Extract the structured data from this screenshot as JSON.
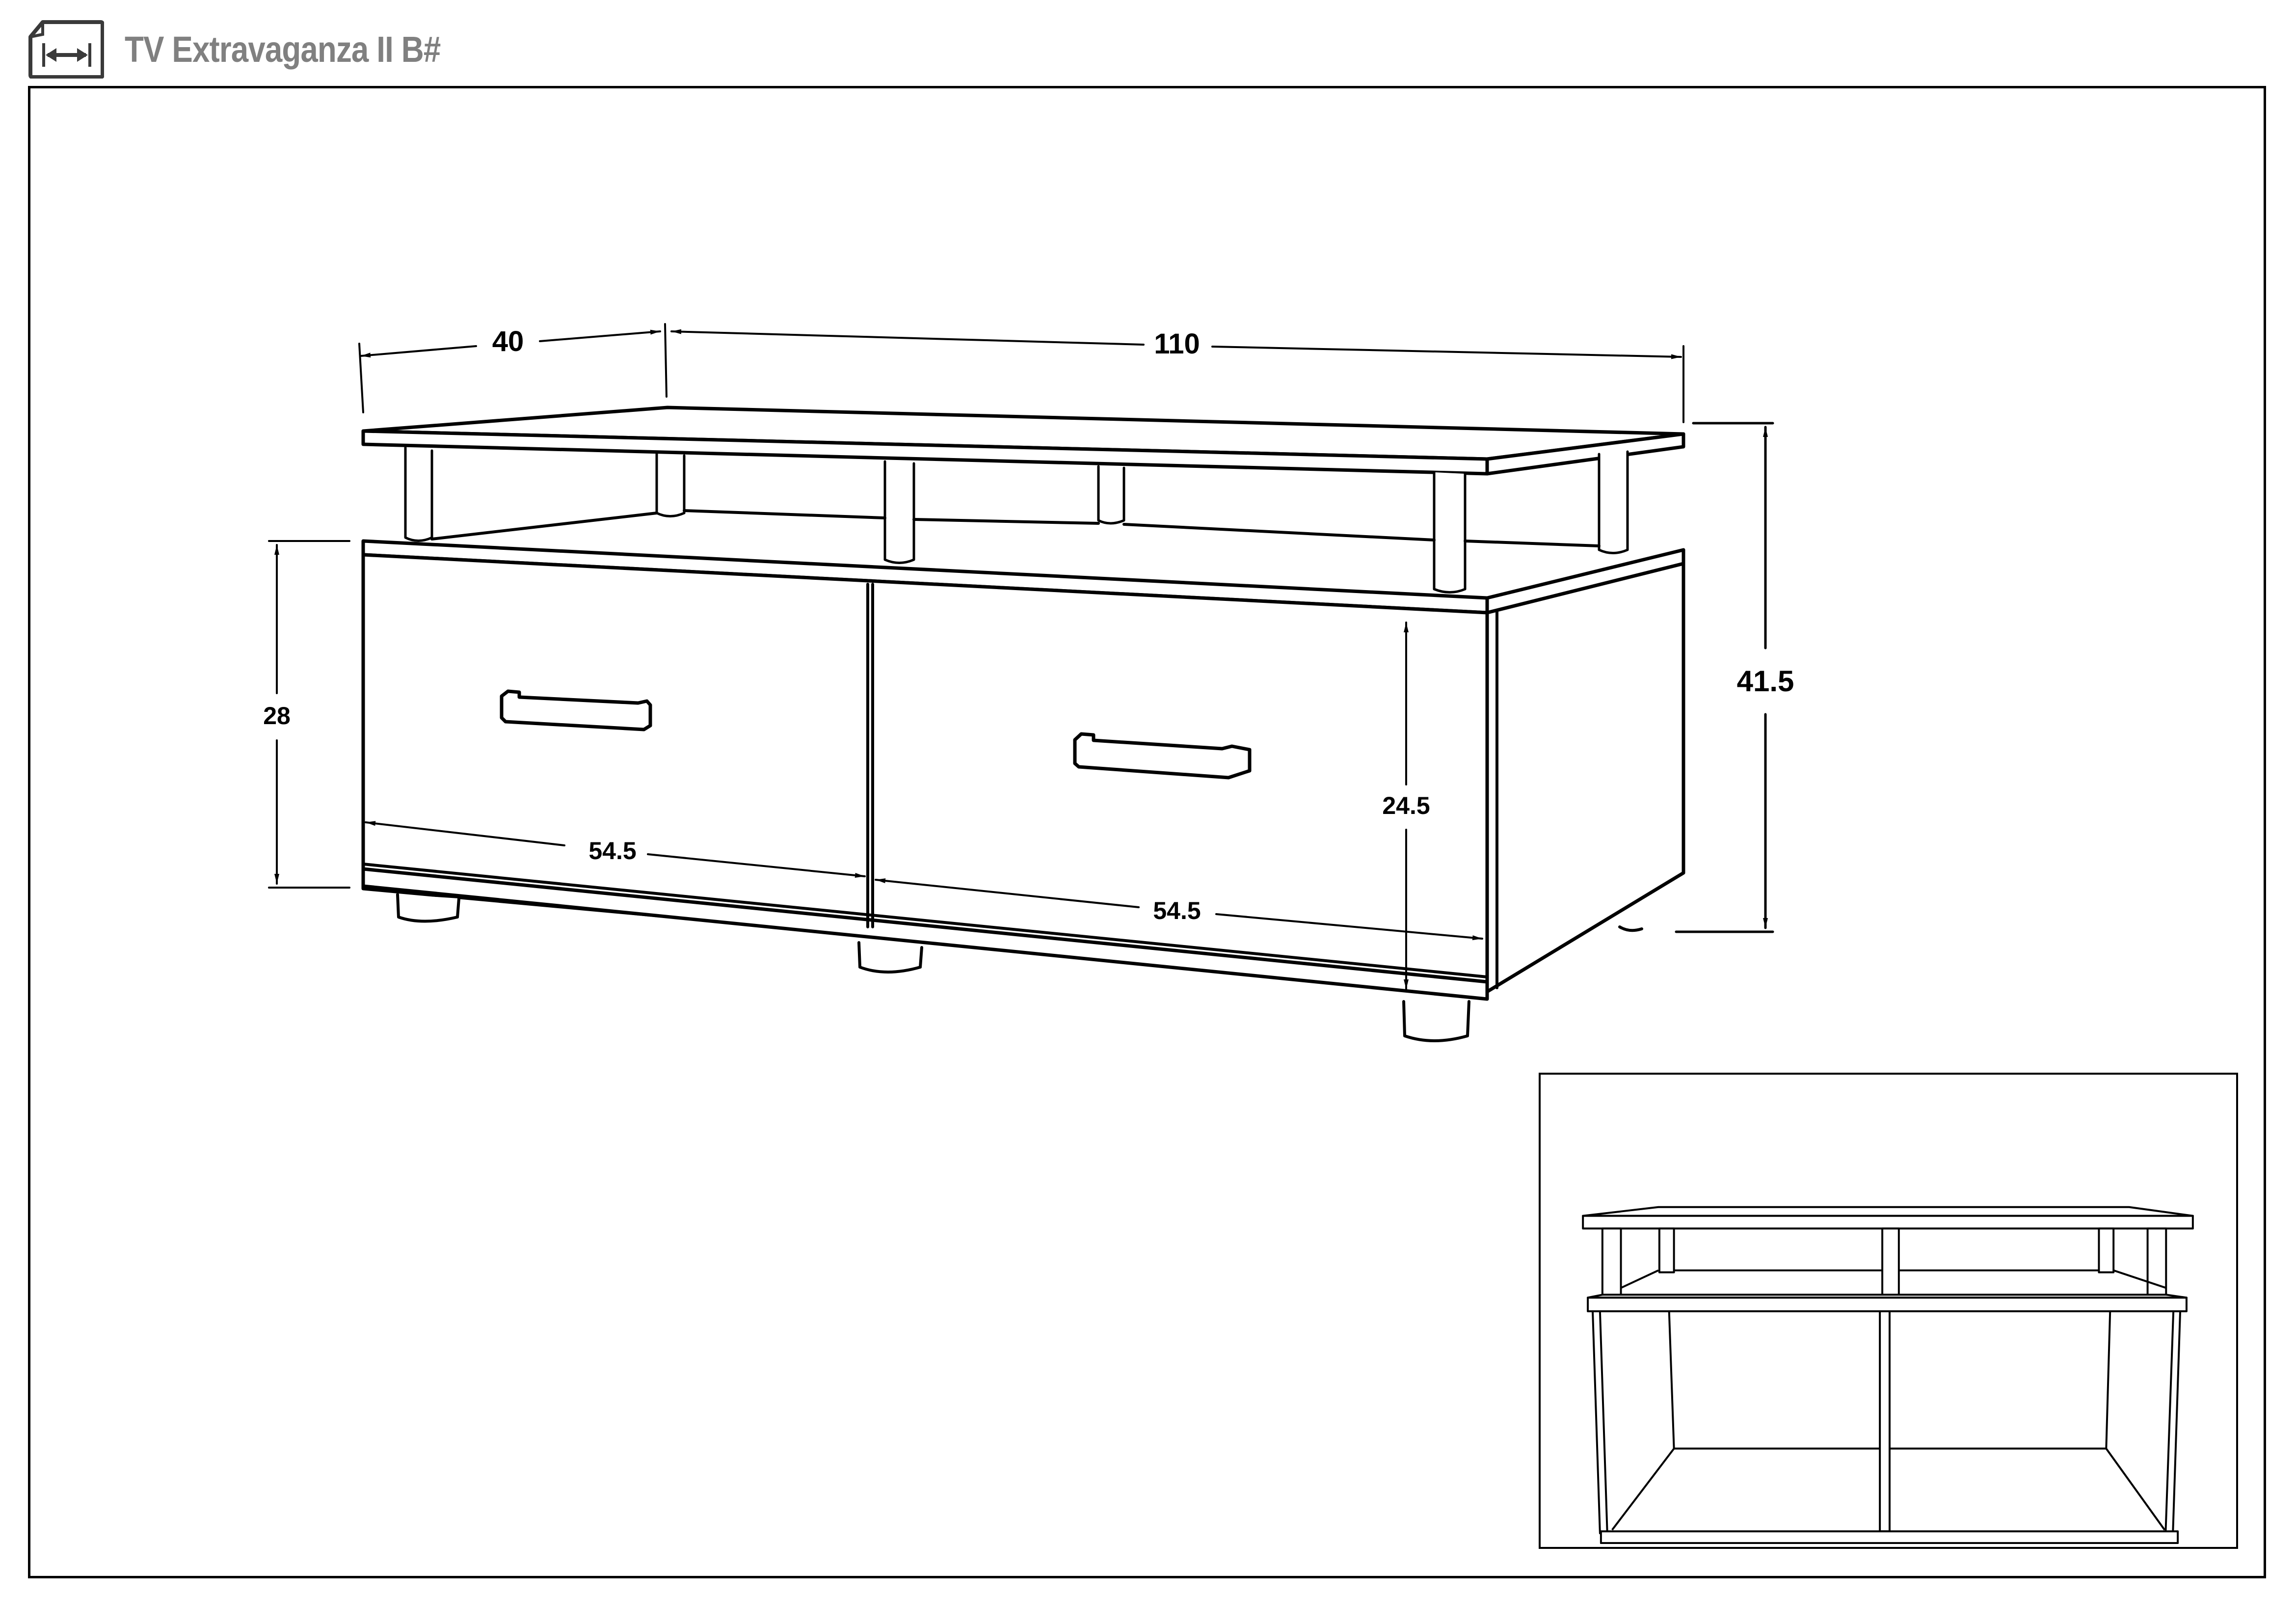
{
  "header": {
    "title": "TV Extravaganza II B#",
    "icon": "dimension-document-icon",
    "title_color": "#808080"
  },
  "drawing": {
    "subject": "TV stand with two drawers, raised top shelf on six cylindrical posts, four feet",
    "line_color": "#000000",
    "dimensions": {
      "depth": "40",
      "width": "110",
      "total_height": "41.5",
      "body_height": "28",
      "drawer_height": "24.5",
      "left_drawer_width": "54.5",
      "right_drawer_width": "54.5"
    },
    "unit_note": ""
  },
  "inset": {
    "view": "front view without drawers",
    "compartments": 2
  }
}
